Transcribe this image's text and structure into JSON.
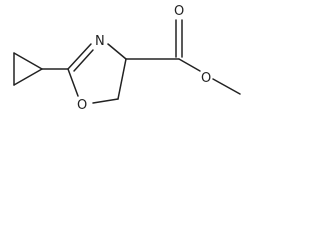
{
  "molecule": {
    "atoms": {
      "ring_nitrogen": "N",
      "ring_oxygen": "O",
      "carbonyl_oxygen": "O",
      "ester_oxygen": "O"
    }
  }
}
